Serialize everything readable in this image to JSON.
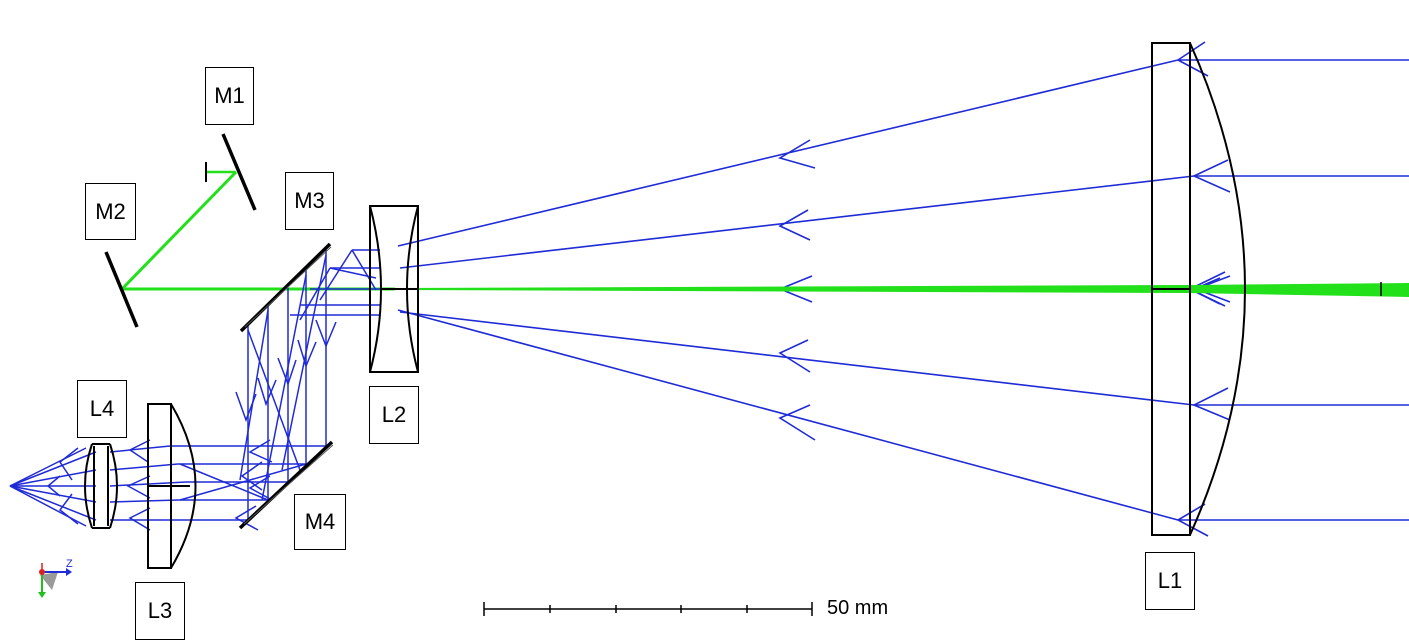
{
  "labels": {
    "M1": "M1",
    "M2": "M2",
    "M3": "M3",
    "M4": "M4",
    "L1": "L1",
    "L2": "L2",
    "L3": "L3",
    "L4": "L4"
  },
  "scale_bar": {
    "label": "50 mm"
  },
  "axis_triad": {
    "z_label": "Z"
  },
  "colors": {
    "ray": "#1f2bd6",
    "guide_beam": "#22e01a",
    "optic": "#000000"
  }
}
